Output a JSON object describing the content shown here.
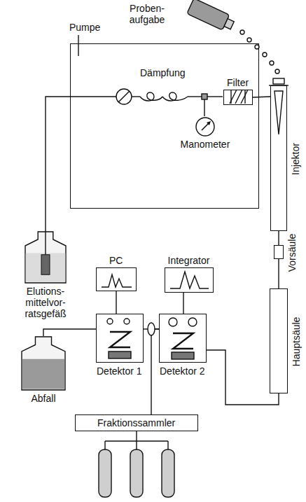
{
  "diagram": {
    "nodes": [
      {
        "text": [
          "Pumpe"
        ]
      },
      {
        "text": [
          "Filter"
        ],
        "in": 0
      },
      {
        "text": [
          "Manometer"
        ],
        "in": 0
      },
      {
        "text": [
          "Injektor"
        ]
      },
      {
        "text": [
          "Vorsäule"
        ]
      },
      {
        "text": [
          "Hauptsäule"
        ]
      },
      {
        "text": [
          "Elutions- mittelvor- ratsgefäß"
        ]
      },
      {
        "text": [
          "PC"
        ]
      },
      {
        "text": [
          "Integrator"
        ]
      },
      {
        "text": [
          "Detektor 1"
        ]
      },
      {
        "text": [
          "Detektor 2"
        ]
      },
      {
        "text": [
          "Abfall"
        ]
      },
      {
        "text": [
          "Fraktionssammler"
        ]
      }
    ],
    "edges": [
      {
        "from": 6,
        "to": 0,
        "arrow": "none"
      },
      {
        "from": 1,
        "to": 3,
        "arrow": "none"
      },
      {
        "from": 3,
        "to": 4,
        "arrow": "none"
      },
      {
        "from": 4,
        "to": 5,
        "arrow": "none"
      },
      {
        "from": 5,
        "to": 10,
        "arrow": "none"
      },
      {
        "from": 10,
        "to": 9,
        "arrow": "none"
      },
      {
        "from": 9,
        "to": 11,
        "arrow": "none"
      },
      {
        "from": 10,
        "to": 12,
        "arrow": "none"
      },
      {
        "from": 7,
        "to": 9,
        "arrow": "none"
      },
      {
        "from": 8,
        "to": 10,
        "arrow": "none"
      }
    ],
    "labels": [
      "Dämpfung",
      "Proben- aufgabe"
    ]
  }
}
